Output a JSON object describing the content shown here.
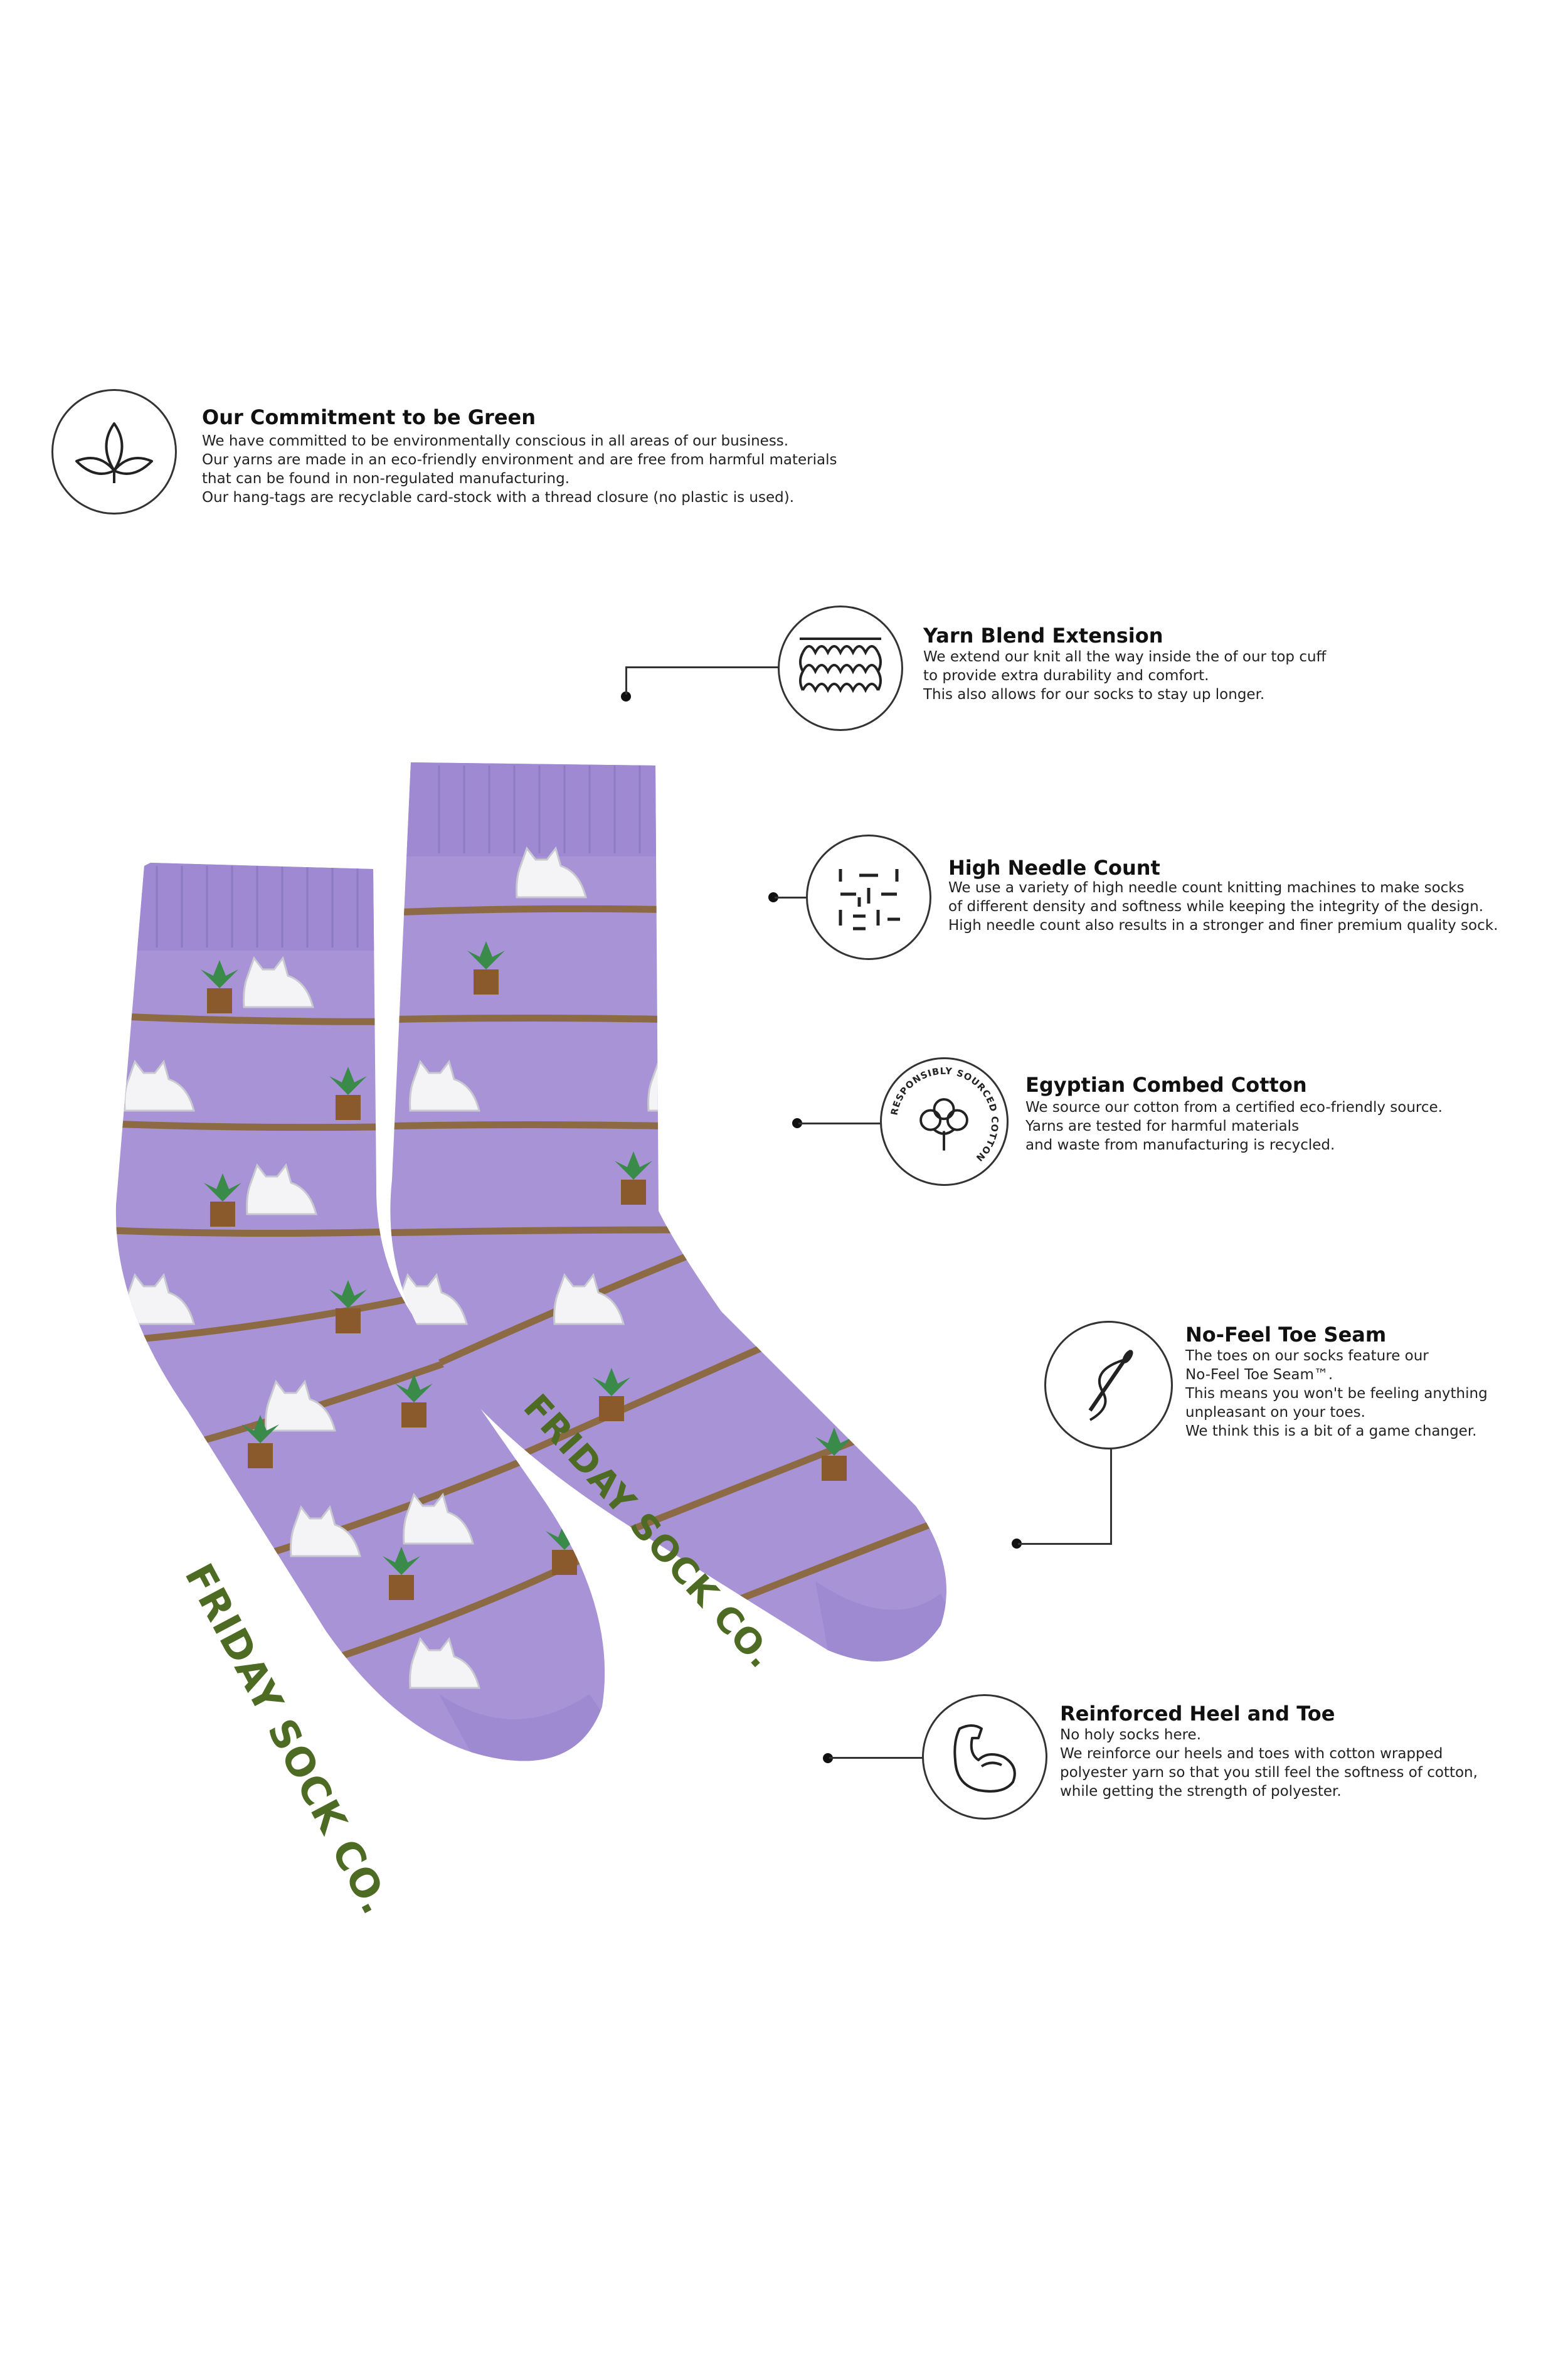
{
  "brand": {
    "left_sock_text": "FRIDAY SOCK CO.",
    "right_sock_text": "FRIDAY SOCK CO."
  },
  "colors": {
    "sock": "#a793d6",
    "sock_shade": "#9680c9",
    "stripe": "#8b6a44",
    "brand_text": "#4d6b22"
  },
  "features": {
    "green": {
      "icon": "leaf-icon",
      "title": "Our Commitment to be Green",
      "lines": [
        "We have committed to be environmentally conscious in all areas of our business.",
        "Our yarns are made in an eco-friendly environment and are free from harmful materials",
        "that can be found in non-regulated manufacturing.",
        "Our hang-tags are recyclable card-stock with a thread closure (no plastic is used)."
      ]
    },
    "yarn": {
      "icon": "knit-loop-icon",
      "title": "Yarn Blend Extension",
      "lines": [
        "We extend our knit all the way inside the of our top cuff",
        "to provide extra durability and comfort.",
        "This also allows for our socks to stay up longer."
      ]
    },
    "needle": {
      "icon": "needle-grid-icon",
      "title": "High Needle Count",
      "lines": [
        "We use a variety of high needle count knitting machines to make socks",
        "of different density and softness while keeping the integrity of the design.",
        "High needle count also results in a stronger and finer premium quality sock."
      ]
    },
    "cotton": {
      "icon": "cotton-flower-icon",
      "badge_text": "RESPONSIBLY SOURCED COTTON",
      "title": "Egyptian Combed Cotton",
      "lines": [
        "We source our cotton from a certified eco-friendly source.",
        "Yarns are tested for harmful materials",
        "and waste from manufacturing is recycled."
      ]
    },
    "toe": {
      "icon": "sewing-needle-icon",
      "title": "No-Feel Toe Seam",
      "lines": [
        "The toes on our socks feature our",
        "No-Feel Toe Seam™.",
        "This means you won't be feeling anything",
        "unpleasant on your toes.",
        "We think this is a bit of a game changer."
      ]
    },
    "heel": {
      "icon": "flexed-arm-icon",
      "title": "Reinforced Heel and Toe",
      "lines": [
        "No holy socks here.",
        "We reinforce our heels and toes with cotton wrapped",
        "polyester yarn so that you still feel the softness of cotton,",
        "while getting the strength of polyester."
      ]
    }
  }
}
